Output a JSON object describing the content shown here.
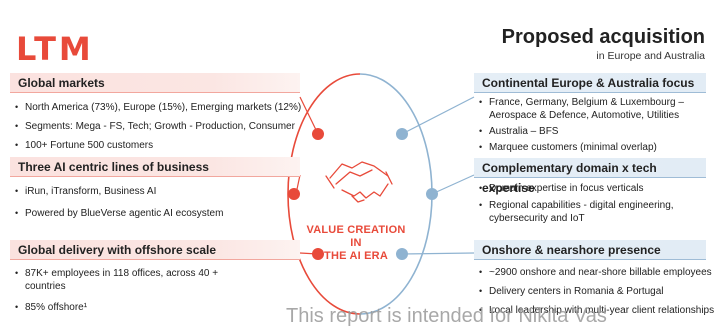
{
  "brand": {
    "logo": "LTM"
  },
  "header": {
    "title": "Proposed acquisition",
    "subtitle": "in Europe and Australia"
  },
  "left_sections": [
    {
      "heading": "Global markets",
      "items": [
        "North America (73%), Europe (15%), Emerging markets (12%)",
        "Segments: Mega - FS, Tech; Growth - Production, Consumer",
        "100+ Fortune 500 customers"
      ]
    },
    {
      "heading": "Three AI centric lines of business",
      "items": [
        "iRun, iTransform, Business AI",
        "Powered by BlueVerse agentic AI ecosystem"
      ]
    },
    {
      "heading": "Global delivery with offshore scale",
      "items": [
        "87K+ employees in 118 offices, across 40 + countries",
        "85% offshore¹"
      ]
    }
  ],
  "right_sections": [
    {
      "heading": "Continental Europe & Australia focus",
      "items": [
        "France, Germany, Belgium & Luxembourg –",
        "Aerospace & Defence, Automotive, Utilities",
        "Australia – BFS",
        "Marquee customers (minimal overlap)"
      ]
    },
    {
      "heading": "Complementary domain x tech expertise",
      "items": [
        "Domain expertise in focus verticals",
        "Regional capabilities - digital engineering, cybersecurity and IoT"
      ]
    },
    {
      "heading": "Onshore & nearshore presence",
      "items": [
        "~2900 onshore and near-shore billable employees",
        "Delivery centers in Romania & Portugal",
        "Local leadership with multi-year client relationships"
      ]
    }
  ],
  "center": {
    "label_line1": "VALUE CREATION IN",
    "label_line2": "THE AI ERA",
    "icon": "handshake-icon"
  },
  "colors": {
    "accent_red": "#e84a3a",
    "accent_blue": "#8fb3d1",
    "left_bar_bg": "#fbe2df",
    "right_bar_bg": "#e3edf6"
  },
  "watermark": "This report is intended for Nikita Vas"
}
